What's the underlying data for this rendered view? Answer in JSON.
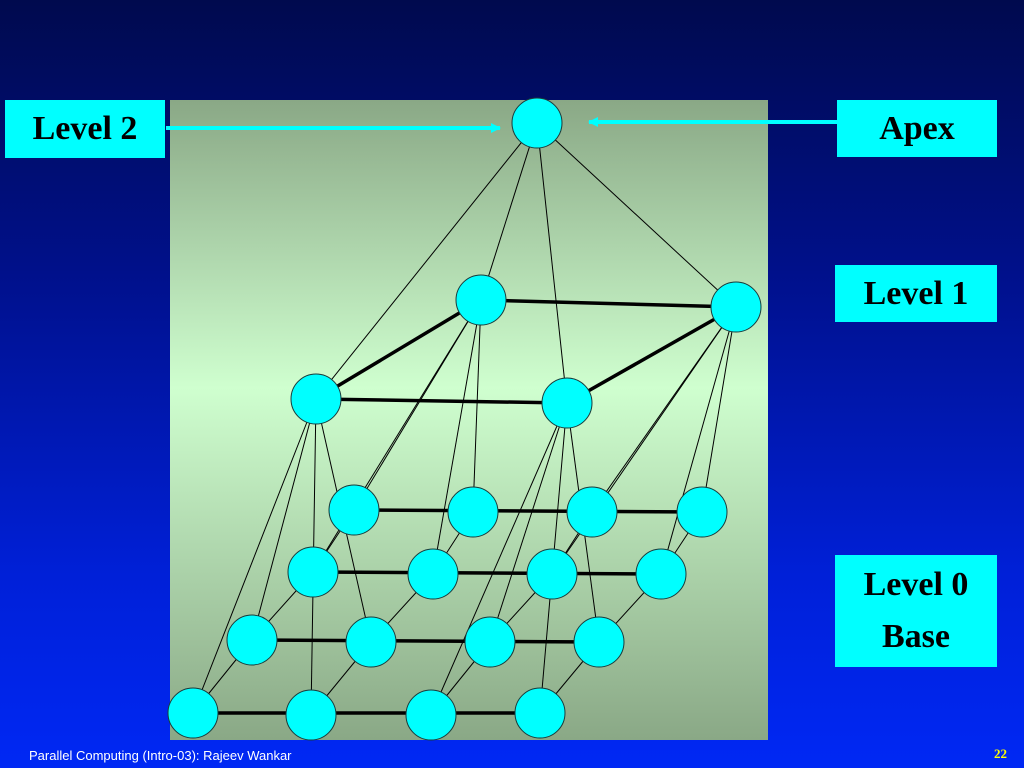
{
  "labels": {
    "level2": "Level 2",
    "apex": "Apex",
    "level1": "Level 1",
    "level0_line1": "Level 0",
    "level0_line2": "Base"
  },
  "footer": {
    "text": "Parallel Computing (Intro-03): Rajeev Wankar",
    "page": "22"
  },
  "colors": {
    "node": "#00ffff",
    "panel_top": "#8aa886",
    "panel_mid": "#cfffcf",
    "panel_bottom": "#8aa886"
  }
}
